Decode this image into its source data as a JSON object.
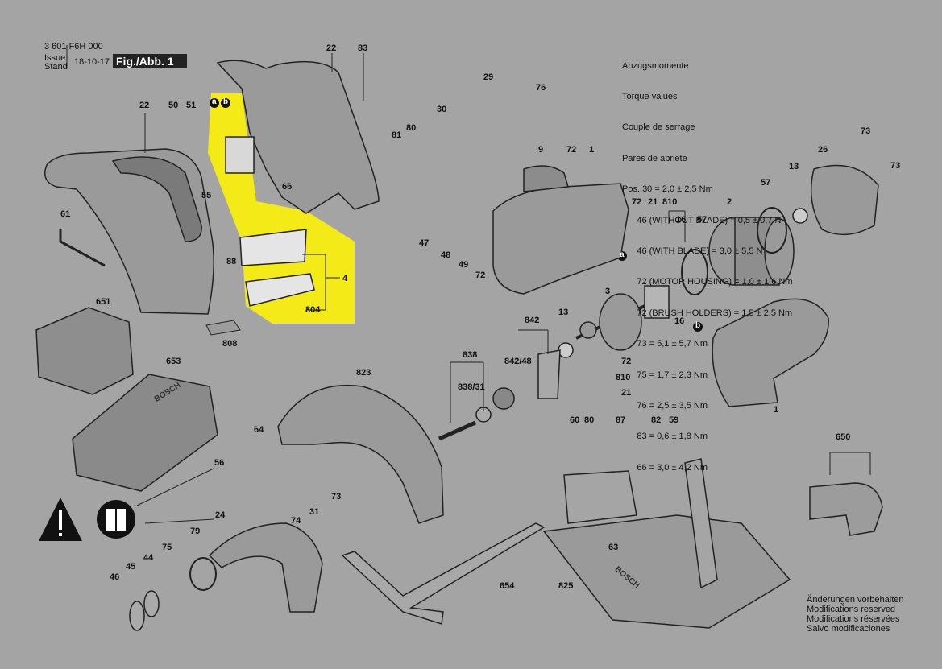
{
  "header": {
    "doc_number": "3 601 F6H 000",
    "issue_label": "Issue",
    "stand_label": "Stand",
    "issue_date": "18-10-17",
    "fig_label": "Fig./Abb. 1"
  },
  "torque": {
    "lines": [
      "Anzugsmomente",
      "Torque values",
      "Couple de serrage",
      "Pares de apriete",
      "Pos. 30 = 2,0 ± 2,5 Nm",
      "      46 (WITHOUT BLADE) = 0,5 ± 0,7 N",
      "      46 (WITH BLADE) = 3,0 ± 5,5 N",
      "      72 (MOTOR HOUSING) = 1,0 ± 1,6 Nm",
      "      72 (BRUSH HOLDERS) = 1,5 ± 2,5 Nm",
      "      73 = 5,1 ± 5,7 Nm",
      "      75 = 1,7 ± 2,3 Nm",
      "      76 = 2,5 ± 3,5 Nm",
      "      83 = 0,6 ± 1,8 Nm",
      "      66 = 3,0 ± 4,2 Nm"
    ]
  },
  "modifications": {
    "lines": [
      "Änderungen vorbehalten",
      "Modifications reserved",
      "Modifications réservées",
      "Salvo modificaciones"
    ]
  },
  "highlight_color": "#f3ea18",
  "brand_text": "BOSCH",
  "connector_labels": [
    "a",
    "b"
  ],
  "part_numbers": [
    "22",
    "83",
    "50",
    "51",
    "22",
    "29",
    "76",
    "30",
    "81",
    "80",
    "9",
    "72",
    "1",
    "73",
    "26",
    "73",
    "13",
    "57",
    "66",
    "61",
    "55",
    "47",
    "48",
    "49",
    "72",
    "72",
    "21",
    "810",
    "16",
    "2",
    "57",
    "88",
    "4",
    "804",
    "808",
    "651",
    "3",
    "842",
    "13",
    "16",
    "838",
    "842/48",
    "72",
    "810",
    "21",
    "823",
    "653",
    "838/31",
    "1",
    "64",
    "60",
    "80",
    "87",
    "82",
    "59",
    "650",
    "56",
    "31",
    "74",
    "73",
    "24",
    "79",
    "75",
    "44",
    "45",
    "46",
    "63",
    "654",
    "825"
  ]
}
